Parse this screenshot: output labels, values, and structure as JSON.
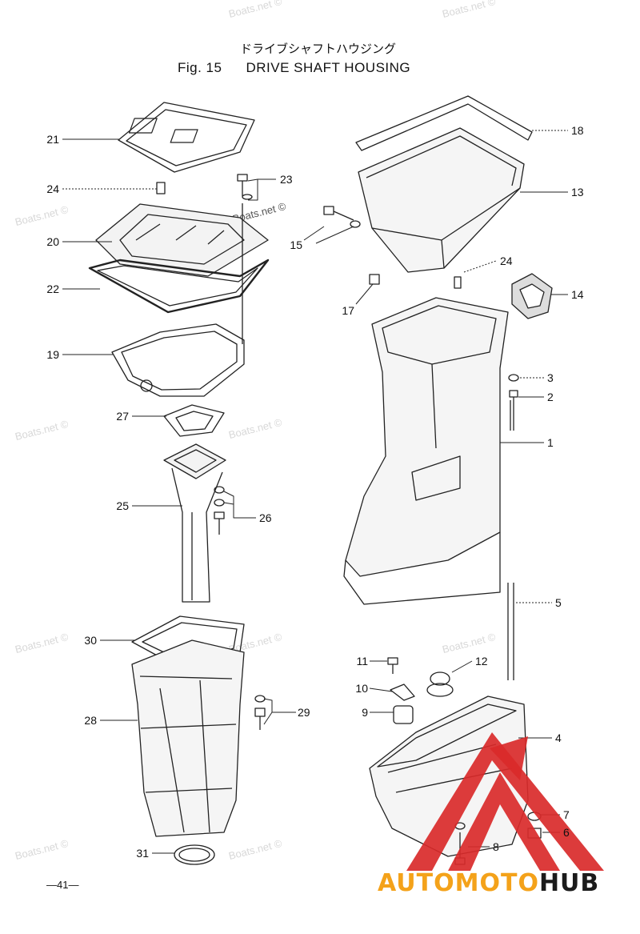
{
  "header": {
    "title_jp": "ドライブシャフトハウジング",
    "fig_label": "Fig. 15",
    "title_en": "DRIVE SHAFT HOUSING"
  },
  "page_number": "—41—",
  "watermark": "Boats.net ©",
  "logo": {
    "part1": "AUTOMOTO",
    "part2": "HUB"
  },
  "colors": {
    "logo_accent": "#f4a21a",
    "logo_red": "#d92a2a",
    "logo_dark": "#1b1b1b"
  },
  "callouts": {
    "c1": "1",
    "c2": "2",
    "c3": "3",
    "c4": "4",
    "c5": "5",
    "c6": "6",
    "c7": "7",
    "c8": "8",
    "c9": "9",
    "c10": "10",
    "c11": "11",
    "c12": "12",
    "c13": "13",
    "c14": "14",
    "c15": "15",
    "c17": "17",
    "c18": "18",
    "c19": "19",
    "c20": "20",
    "c21": "21",
    "c22": "22",
    "c23": "23",
    "c24a": "24",
    "c24b": "24",
    "c25": "25",
    "c26": "26",
    "c27": "27",
    "c28": "28",
    "c29": "29",
    "c30": "30",
    "c31": "31"
  }
}
